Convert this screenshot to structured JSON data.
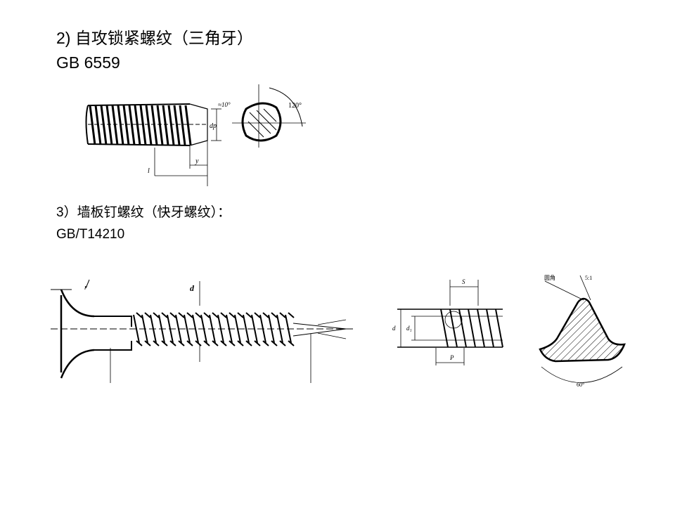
{
  "section2": {
    "title": "2)  自攻锁紧螺纹（三角牙）",
    "standard": "GB 6559"
  },
  "section3": {
    "title": "3）墙板钉螺纹（快牙螺纹）：",
    "standard": "GB/T14210"
  },
  "figure1": {
    "angle_label": "≈10°",
    "dp_label": "dp",
    "y_label": "y",
    "l_label": "l",
    "angle120_label": "120°"
  },
  "figure2": {
    "r_label": "r",
    "d_label": "d"
  },
  "figure3": {
    "s_label": "S",
    "d_label": "d",
    "d1_label": "d₁",
    "p_label": "P"
  },
  "figure4": {
    "rounded_label": "圆角",
    "ratio_label": "5:1",
    "angle_label": "60°"
  }
}
